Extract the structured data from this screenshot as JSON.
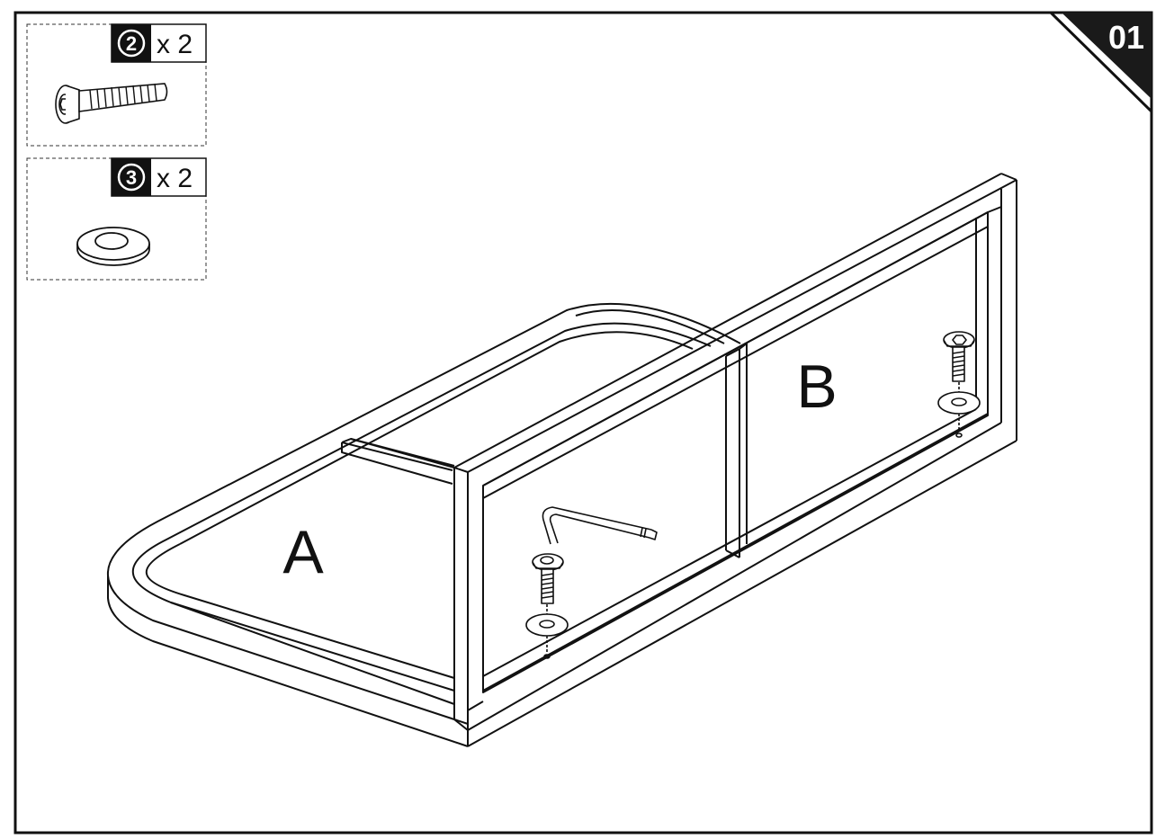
{
  "step": {
    "number": "01"
  },
  "parts": [
    {
      "id": "2",
      "qty": "x 2",
      "icon": "bolt-icon"
    },
    {
      "id": "3",
      "qty": "x 2",
      "icon": "washer-icon"
    }
  ],
  "labels": {
    "panel_a": "A",
    "panel_b": "B"
  },
  "colors": {
    "ink": "#111111",
    "paper": "#ffffff",
    "badge": "#1a1a1a"
  }
}
